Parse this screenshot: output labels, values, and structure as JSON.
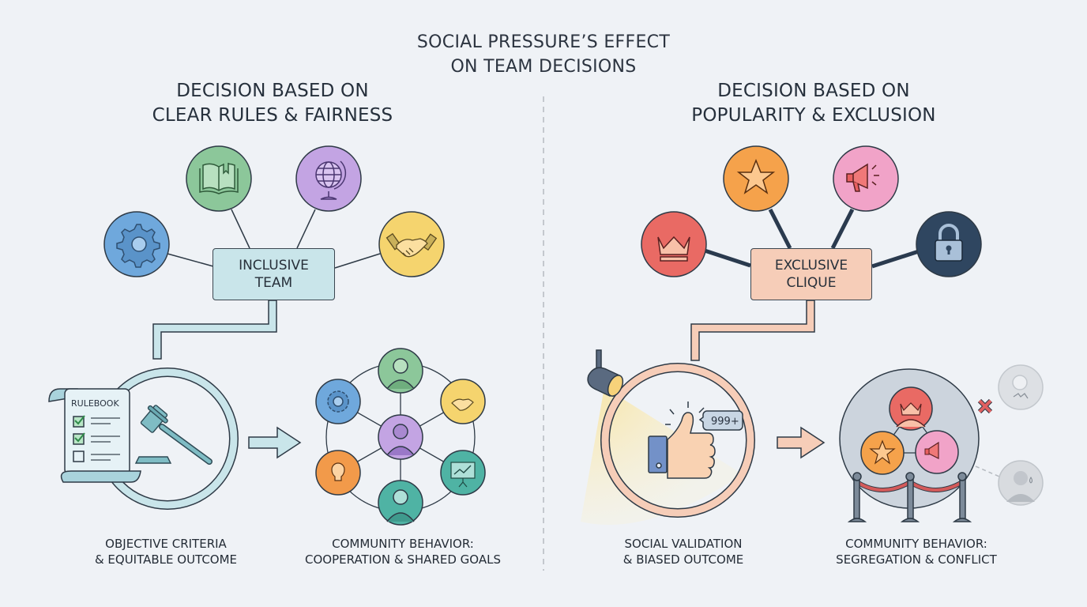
{
  "title": {
    "line1": "SOCIAL PRESSURE’S EFFECT",
    "line2": "ON TEAM DECISIONS"
  },
  "left": {
    "heading": {
      "line1": "DECISION BASED ON",
      "line2": "CLEAR RULES & FAIRNESS"
    },
    "hub": {
      "line1": "INCLUSIVE",
      "line2": "TEAM",
      "fill": "#c9e5ea"
    },
    "spokes": [
      {
        "icon": "gear-icon",
        "color": "#6fa8dc"
      },
      {
        "icon": "book-icon",
        "color": "#8cc79a"
      },
      {
        "icon": "globe-icon",
        "color": "#c3a4e3"
      },
      {
        "icon": "handshake-icon",
        "color": "#f5d46e"
      }
    ],
    "process": {
      "rulebook_label": "RULEBOOK",
      "icon": "gavel-icon"
    },
    "process_caption": {
      "line1": "OBJECTIVE CRITERIA",
      "line2": "& EQUITABLE OUTCOME"
    },
    "network": {
      "nodes": [
        "person-icon",
        "handshake-icon",
        "presentation-chart-icon",
        "person-icon",
        "lightbulb-icon",
        "gear-icon",
        "person-icon"
      ]
    },
    "network_caption": {
      "line1": "COMMUNITY BEHAVIOR:",
      "line2": "COOPERATION & SHARED GOALS"
    }
  },
  "right": {
    "heading": {
      "line1": "DECISION BASED ON",
      "line2": "POPULARITY & EXCLUSION"
    },
    "hub": {
      "line1": "EXCLUSIVE",
      "line2": "CLIQUE",
      "fill": "#f6cdb8"
    },
    "spokes": [
      {
        "icon": "crown-icon",
        "color": "#e96a64"
      },
      {
        "icon": "star-icon",
        "color": "#f5a24b"
      },
      {
        "icon": "megaphone-icon",
        "color": "#f1a3c8"
      },
      {
        "icon": "lock-icon",
        "color": "#2f4660"
      }
    ],
    "process": {
      "likes_badge": "999+",
      "icon": "thumbs-up-icon"
    },
    "process_caption": {
      "line1": "SOCIAL VALIDATION",
      "line2": "& BIASED OUTCOME"
    },
    "clique": {
      "members": [
        "crown-icon",
        "star-icon",
        "megaphone-icon"
      ],
      "excluded": [
        "broken-person-icon",
        "crying-person-icon"
      ]
    },
    "clique_caption": {
      "line1": "COMMUNITY BEHAVIOR:",
      "line2": "SEGREGATION & CONFLICT"
    }
  },
  "colors": {
    "background": "#eff2f6",
    "left_accent": "#c9e5ea",
    "right_accent": "#f6cdb8",
    "outline": "#2e3a46",
    "divider": "#b5bac0"
  }
}
